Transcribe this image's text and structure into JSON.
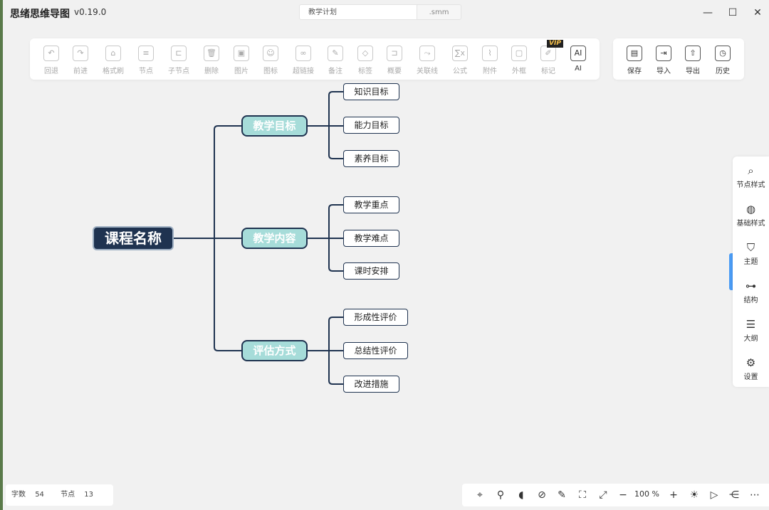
{
  "app": {
    "title": "思绪思维导图",
    "version": "v0.19.0"
  },
  "file": {
    "name": "教学计划",
    "ext": ".smm"
  },
  "window": {
    "minimize": "—",
    "maximize": "☐",
    "close": "✕"
  },
  "toolbar": {
    "tools": [
      {
        "label": "回退",
        "icon": "↶"
      },
      {
        "label": "前进",
        "icon": "↷"
      },
      {
        "label": "格式刷",
        "icon": "⌂"
      },
      {
        "label": "节点",
        "icon": "≡"
      },
      {
        "label": "子节点",
        "icon": "⊏"
      },
      {
        "label": "删除",
        "icon": "🗑"
      },
      {
        "label": "图片",
        "icon": "▣"
      },
      {
        "label": "图标",
        "icon": "☺"
      },
      {
        "label": "超链接",
        "icon": "∞"
      },
      {
        "label": "备注",
        "icon": "✎"
      },
      {
        "label": "标签",
        "icon": "◇"
      },
      {
        "label": "概要",
        "icon": "⊐"
      },
      {
        "label": "关联线",
        "icon": "⤳"
      },
      {
        "label": "公式",
        "icon": "∑x"
      },
      {
        "label": "附件",
        "icon": "⌇"
      },
      {
        "label": "外框",
        "icon": "▢"
      },
      {
        "label": "标记",
        "icon": "✐"
      },
      {
        "label": "AI",
        "icon": "AI"
      }
    ],
    "vip_badge": "VIP",
    "file_tools": [
      {
        "label": "保存",
        "icon": "▤"
      },
      {
        "label": "导入",
        "icon": "⇥"
      },
      {
        "label": "导出",
        "icon": "⇧"
      },
      {
        "label": "历史",
        "icon": "◷"
      }
    ]
  },
  "mindmap": {
    "root": "课程名称",
    "branches": [
      {
        "label": "教学目标",
        "children": [
          "知识目标",
          "能力目标",
          "素养目标"
        ]
      },
      {
        "label": "教学内容",
        "children": [
          "教学重点",
          "教学难点",
          "课时安排"
        ]
      },
      {
        "label": "评估方式",
        "children": [
          "形成性评价",
          "总结性评价",
          "改进措施"
        ]
      }
    ]
  },
  "side_panel": [
    {
      "label": "节点样式",
      "icon": "⌕"
    },
    {
      "label": "基础样式",
      "icon": "◍"
    },
    {
      "label": "主题",
      "icon": "⛉"
    },
    {
      "label": "结构",
      "icon": "⊶"
    },
    {
      "label": "大纲",
      "icon": "☰"
    },
    {
      "label": "设置",
      "icon": "⚙"
    }
  ],
  "status": {
    "words_label": "字数",
    "words": "54",
    "nodes_label": "节点",
    "nodes": "13"
  },
  "bottom_toolbar": {
    "zoom": "100",
    "zoom_unit": "%"
  }
}
